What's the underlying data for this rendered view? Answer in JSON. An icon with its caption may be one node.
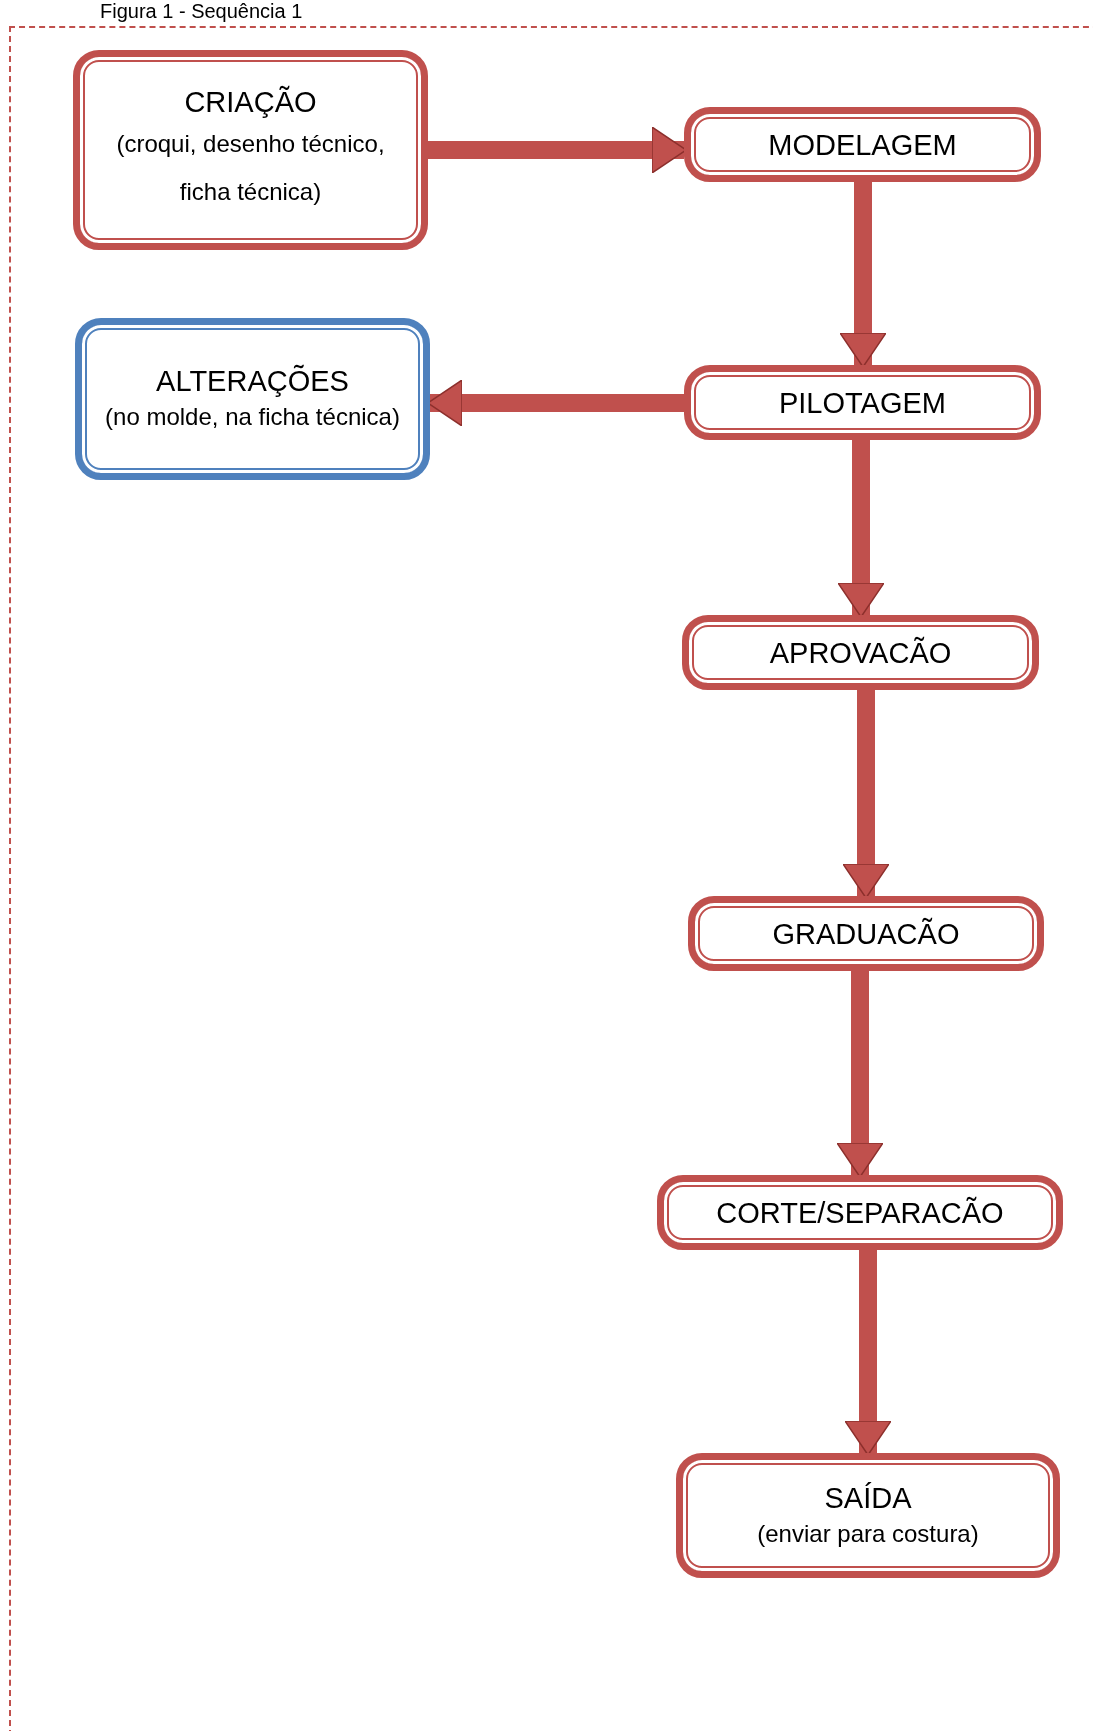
{
  "diagram": {
    "title": "Figura 1 - Sequência 1",
    "nodes": [
      {
        "text": [
          "CRIAÇÃO",
          "(croqui, desenho técnico, ficha técnica)"
        ]
      },
      {
        "text": [
          "MODELAGEM"
        ]
      },
      {
        "text": [
          "ALTERAÇÕES",
          "(no molde, na ficha técnica)"
        ]
      },
      {
        "text": [
          "PILOTAGEM"
        ]
      },
      {
        "text": [
          "APROVACÃO"
        ]
      },
      {
        "text": [
          "GRADUACÃO"
        ]
      },
      {
        "text": [
          "CORTE/SEPARACÃO"
        ]
      },
      {
        "text": [
          "SAÍDA",
          "(enviar para costura)"
        ]
      }
    ],
    "edges": [
      {
        "from": 0,
        "to": 1,
        "arrow": "to"
      },
      {
        "from": 1,
        "to": 3,
        "arrow": "to"
      },
      {
        "from": 3,
        "to": 2,
        "arrow": "to"
      },
      {
        "from": 3,
        "to": 4,
        "arrow": "to"
      },
      {
        "from": 4,
        "to": 5,
        "arrow": "to"
      },
      {
        "from": 5,
        "to": 6,
        "arrow": "to"
      },
      {
        "from": 6,
        "to": 7,
        "arrow": "to"
      }
    ]
  }
}
